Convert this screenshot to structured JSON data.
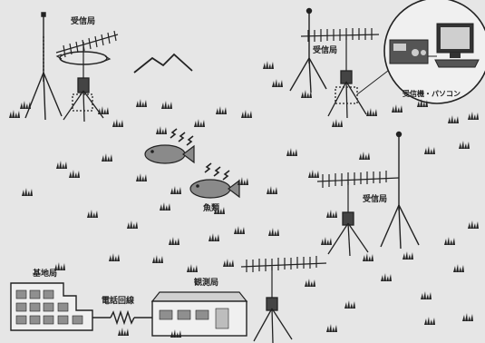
{
  "labels": {
    "receiver_station_1": "受信局",
    "receiver_station_2": "受信局",
    "receiver_station_3": "受信局",
    "receiver_pc": "受信機・パソコン",
    "fish_tag": "魚類",
    "base_station": "基地局",
    "phone_line": "電話回線",
    "observation_station": "観測局"
  },
  "icons": {
    "antenna": "yagi-antenna-icon",
    "fish": "fish-icon",
    "signal": "radio-wave-icon",
    "grass": "grass-tuft-icon",
    "mountain": "mountain-icon",
    "computer": "computer-icon",
    "building": "building-icon"
  },
  "colors": {
    "background": "#e6e6e6",
    "ink": "#222222",
    "fish_fill": "#8a8a8a",
    "panel_fill": "#f0f0f0",
    "window_fill": "#8f8f8f"
  }
}
